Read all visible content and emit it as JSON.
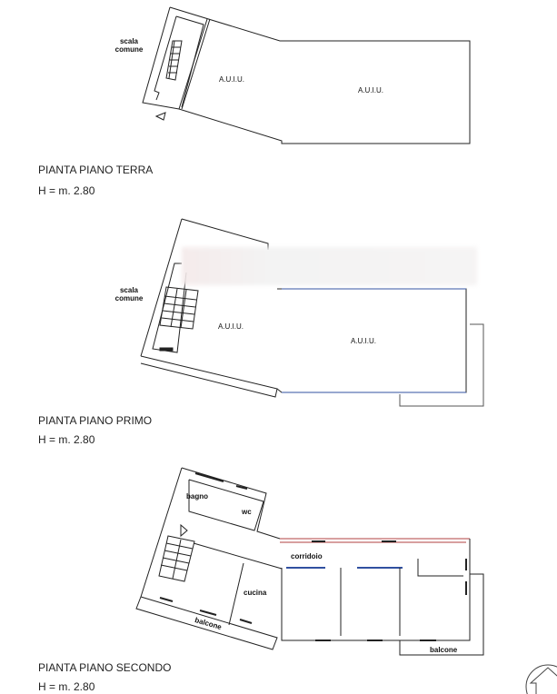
{
  "plans": [
    {
      "title": "PIANTA PIANO TERRA",
      "height": "H = m. 2.80",
      "stair_label": "scala comune",
      "rooms": [
        "A.U.I.U.",
        "A.U.I.U."
      ]
    },
    {
      "title": "PIANTA PIANO PRIMO",
      "height": "H = m. 2.80",
      "stair_label": "scala comune",
      "rooms": [
        "A.U.I.U.",
        "A.U.I.U."
      ]
    },
    {
      "title": "PIANTA PIANO SECONDO",
      "height": "H = m. 2.80",
      "rooms": [
        "bagno",
        "wc",
        "corridoio",
        "cucina",
        "balcone",
        "balcone"
      ]
    }
  ],
  "colors": {
    "wall": "#222222",
    "wall_red": "#b04040",
    "wall_blue": "#3050a0"
  }
}
